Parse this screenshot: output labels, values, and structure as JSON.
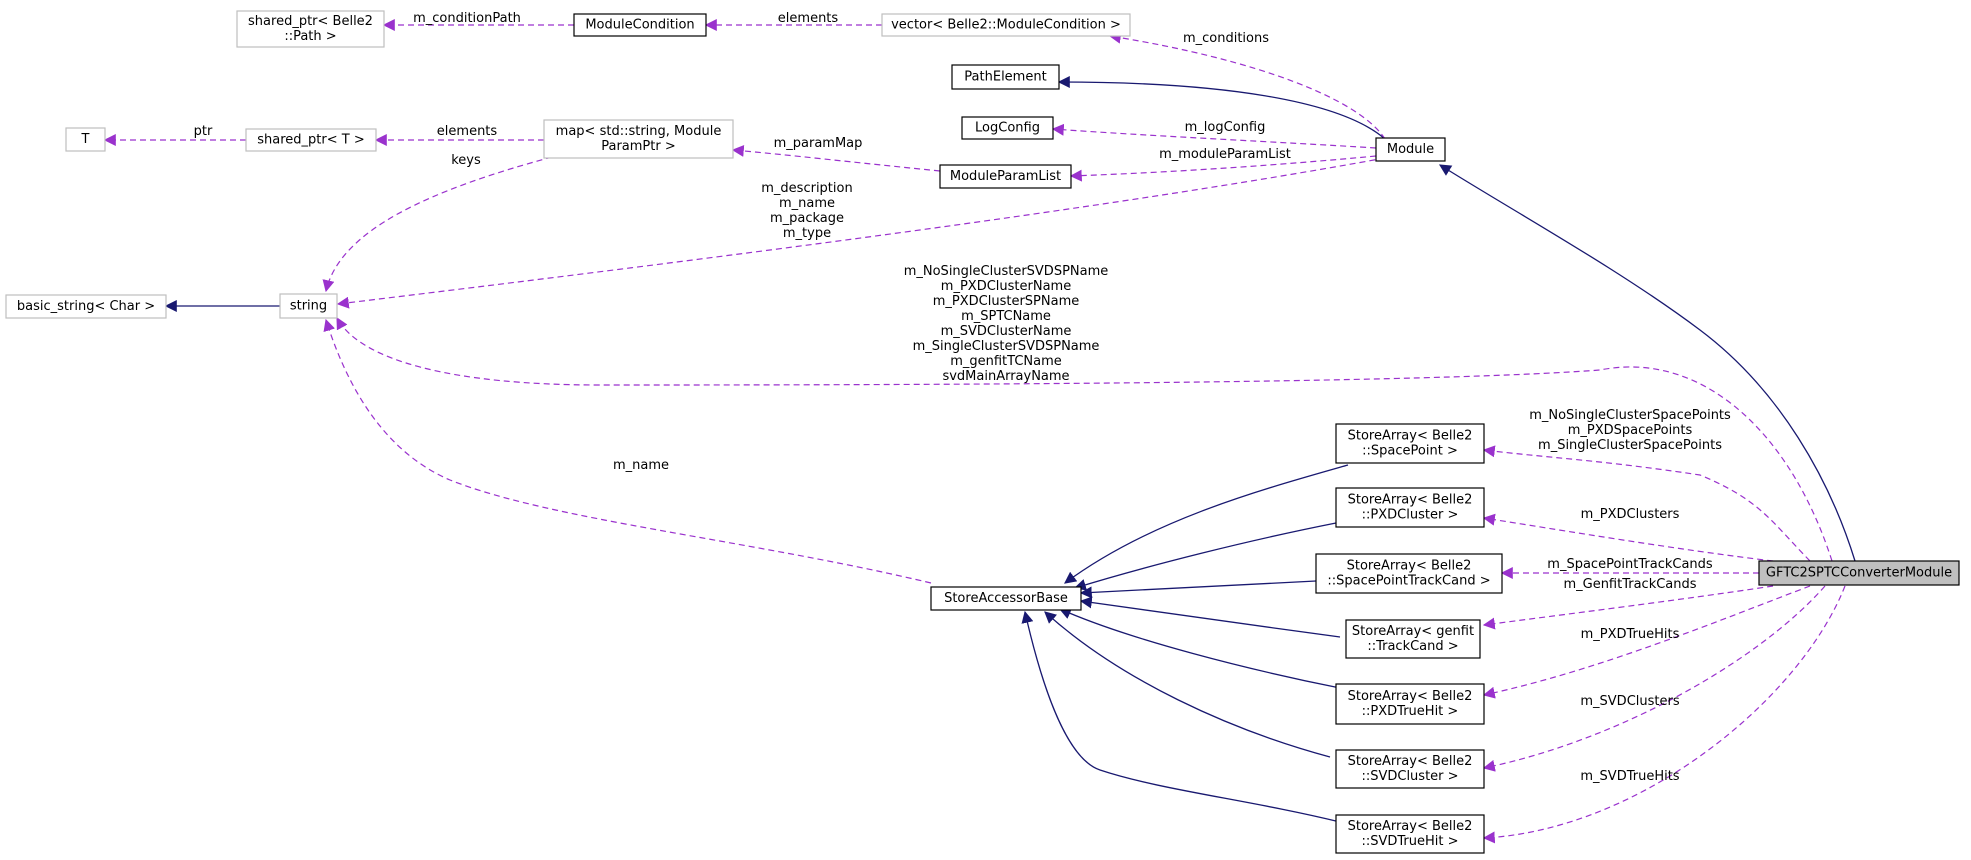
{
  "nodes": {
    "shared_ptr_path": {
      "lines": [
        "shared_ptr< Belle2",
        "::Path >"
      ],
      "style": "grey"
    },
    "module_condition": {
      "lines": [
        "ModuleCondition"
      ],
      "style": "solid"
    },
    "vector_module_condition": {
      "lines": [
        "vector< Belle2::ModuleCondition >"
      ],
      "style": "grey"
    },
    "path_element": {
      "lines": [
        "PathElement"
      ],
      "style": "solid"
    },
    "log_config": {
      "lines": [
        "LogConfig"
      ],
      "style": "solid"
    },
    "t": {
      "lines": [
        "T"
      ],
      "style": "grey"
    },
    "shared_ptr_t": {
      "lines": [
        "shared_ptr< T >"
      ],
      "style": "grey"
    },
    "map_module_param": {
      "lines": [
        "map< std::string, Module",
        "ParamPtr >"
      ],
      "style": "grey"
    },
    "module_param_list": {
      "lines": [
        "ModuleParamList"
      ],
      "style": "solid"
    },
    "module": {
      "lines": [
        "Module"
      ],
      "style": "solid"
    },
    "basic_string": {
      "lines": [
        "basic_string< Char >"
      ],
      "style": "grey"
    },
    "string": {
      "lines": [
        "string"
      ],
      "style": "grey"
    },
    "sa_spacepoint": {
      "lines": [
        "StoreArray< Belle2",
        "::SpacePoint >"
      ],
      "style": "solid"
    },
    "sa_pxdcluster": {
      "lines": [
        "StoreArray< Belle2",
        "::PXDCluster >"
      ],
      "style": "solid"
    },
    "sa_spacepointtrackcand": {
      "lines": [
        "StoreArray< Belle2",
        "::SpacePointTrackCand >"
      ],
      "style": "solid"
    },
    "sa_trackcand": {
      "lines": [
        "StoreArray< genfit",
        "::TrackCand >"
      ],
      "style": "solid"
    },
    "sa_pxdtruehit": {
      "lines": [
        "StoreArray< Belle2",
        "::PXDTrueHit >"
      ],
      "style": "solid"
    },
    "sa_svdcluster": {
      "lines": [
        "StoreArray< Belle2",
        "::SVDCluster >"
      ],
      "style": "solid"
    },
    "sa_svdtruehit": {
      "lines": [
        "StoreArray< Belle2",
        "::SVDTrueHit >"
      ],
      "style": "solid"
    },
    "store_accessor_base": {
      "lines": [
        "StoreAccessorBase"
      ],
      "style": "solid"
    },
    "gftc2sptc": {
      "lines": [
        "GFTC2SPTCConverterModule"
      ],
      "style": "focus"
    }
  },
  "edge_labels": {
    "m_conditionPath": [
      "m_conditionPath"
    ],
    "elements_cond": [
      "elements"
    ],
    "m_conditions": [
      "m_conditions"
    ],
    "ptr": [
      "ptr"
    ],
    "elements_map": [
      "elements"
    ],
    "m_paramMap": [
      "m_paramMap"
    ],
    "m_logConfig": [
      "m_logConfig"
    ],
    "m_moduleParamList": [
      "m_moduleParamList"
    ],
    "keys": [
      "keys"
    ],
    "module_strings": [
      "m_description",
      "m_name",
      "m_package",
      "m_type"
    ],
    "converter_strings": [
      "m_NoSingleClusterSVDSPName",
      "m_PXDClusterName",
      "m_PXDClusterSPName",
      "m_SPTCName",
      "m_SVDClusterName",
      "m_SingleClusterSVDSPName",
      "m_genfitTCName",
      "svdMainArrayName"
    ],
    "m_name_sab": [
      "m_name"
    ],
    "spacepoints": [
      "m_NoSingleClusterSpacePoints",
      "m_PXDSpacePoints",
      "m_SingleClusterSpacePoints"
    ],
    "m_PXDClusters": [
      "m_PXDClusters"
    ],
    "m_SpacePointTrackCands": [
      "m_SpacePointTrackCands"
    ],
    "m_GenfitTrackCands": [
      "m_GenfitTrackCands"
    ],
    "m_PXDTrueHits": [
      "m_PXDTrueHits"
    ],
    "m_SVDClusters": [
      "m_SVDClusters"
    ],
    "m_SVDTrueHits": [
      "m_SVDTrueHits"
    ]
  }
}
